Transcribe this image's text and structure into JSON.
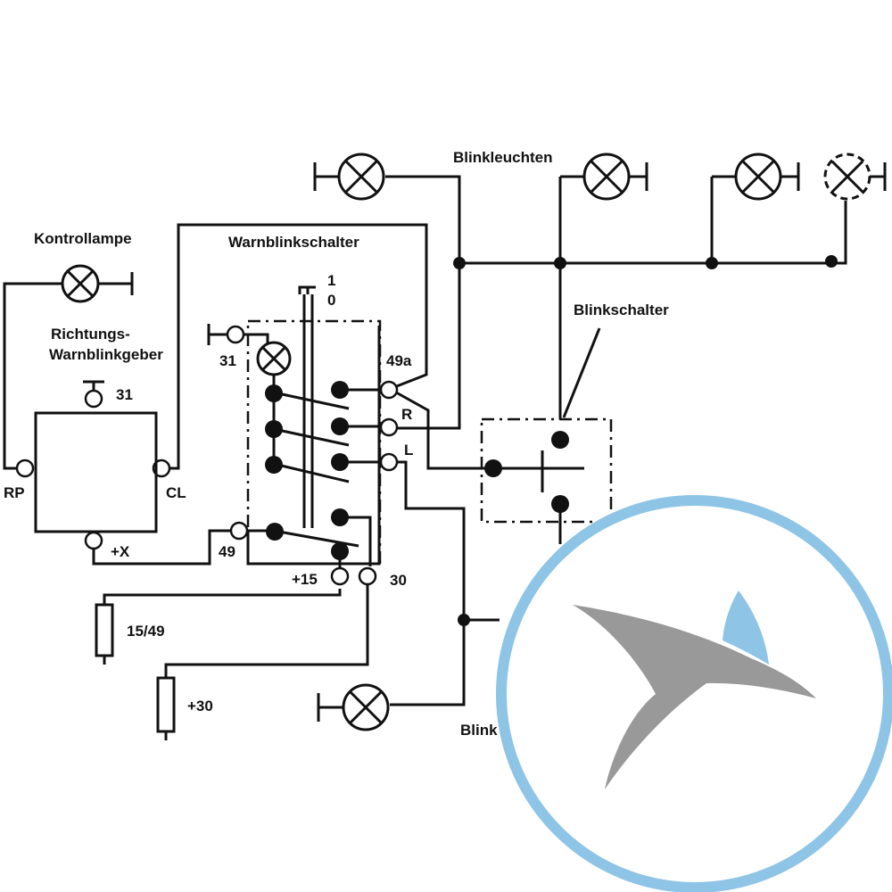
{
  "labels": {
    "blinkleuchten_top": "Blinkleuchten",
    "blinkleuchten_bottom": "Blink",
    "kontrollampe": "Kontrollampe",
    "warnblinkschalter": "Warnblinkschalter",
    "richtungs_line1": "Richtungs-",
    "richtungs_line2": "Warnblinkgeber",
    "blinkschalter": "Blinkschalter",
    "pos_1": "1",
    "pos_0": "0",
    "t31_switch": "31",
    "t31_geber": "31",
    "t49a": "49a",
    "tR": "R",
    "tL": "L",
    "tRP": "RP",
    "tCL": "CL",
    "tX": "+X",
    "t49": "49",
    "t15": "+15",
    "t30": "30",
    "fuse_1549": "15/49",
    "fuse_30": "+30"
  },
  "colors": {
    "line": "#111111",
    "logo_ring": "#8ec4e6",
    "logo_gray": "#999999",
    "logo_blue": "#8ec4e6"
  }
}
